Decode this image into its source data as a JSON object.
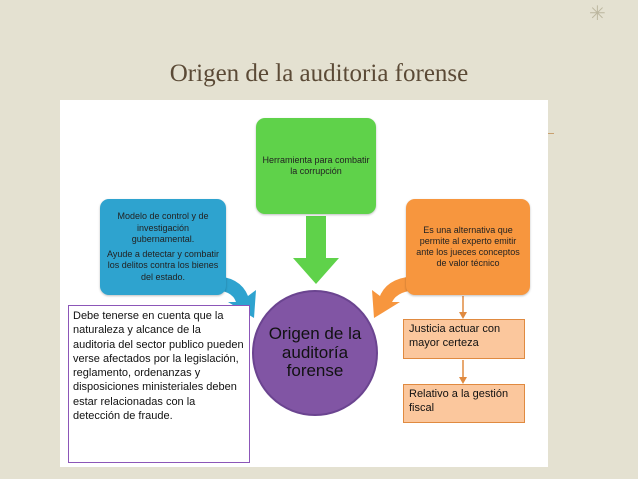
{
  "title": "Origen de la auditoria forense",
  "nodes": {
    "center": "Origen de la auditoría forense",
    "top": "Herramienta para combatir la corrupción",
    "left_line1": "Modelo de control y de investigación gubernamental.",
    "left_line2": "Ayude a detectar y combatir los delitos contra los bienes del estado.",
    "right": "Es una alternativa que permite al experto emitir ante los jueces conceptos de valor técnico",
    "right_step1": "Justicia actuar con mayor certeza",
    "right_step2": "Relativo a la gestión fiscal",
    "note": "Debe tenerse en cuenta que la naturaleza y alcance de la auditoria del sector publico pueden verse afectados por la legislación, reglamento, ordenanzas y disposiciones ministeriales deben estar relacionadas con la detección de fraude."
  },
  "colors": {
    "green": "#5fd24a",
    "blue": "#2ea3cf",
    "orange": "#f7963e",
    "purple": "#8155a4",
    "peach": "#fbc79d",
    "title": "#5b4a36"
  }
}
